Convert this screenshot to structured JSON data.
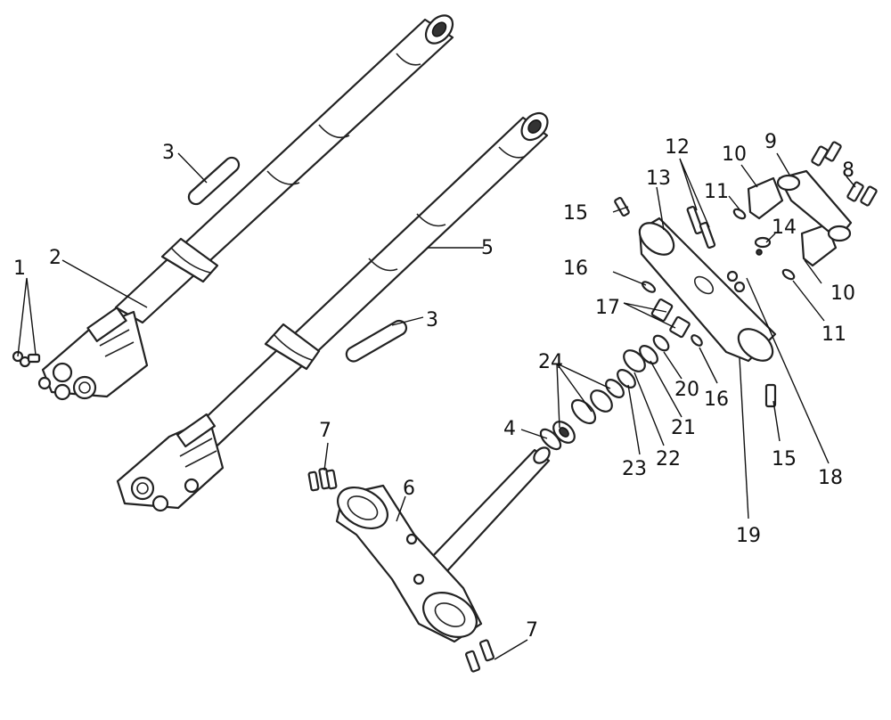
{
  "diagram": {
    "labels": {
      "l1": "1",
      "l2": "2",
      "l3a": "3",
      "l3b": "3",
      "l4": "4",
      "l5": "5",
      "l6": "6",
      "l7a": "7",
      "l7b": "7",
      "l8": "8",
      "l9": "9",
      "l10a": "10",
      "l10b": "10",
      "l11a": "11",
      "l11b": "11",
      "l12": "12",
      "l13": "13",
      "l14": "14",
      "l15a": "15",
      "l15b": "15",
      "l16a": "16",
      "l16b": "16",
      "l17": "17",
      "l18": "18",
      "l19": "19",
      "l20": "20",
      "l21": "21",
      "l22": "22",
      "l23": "23",
      "l24": "24"
    }
  }
}
